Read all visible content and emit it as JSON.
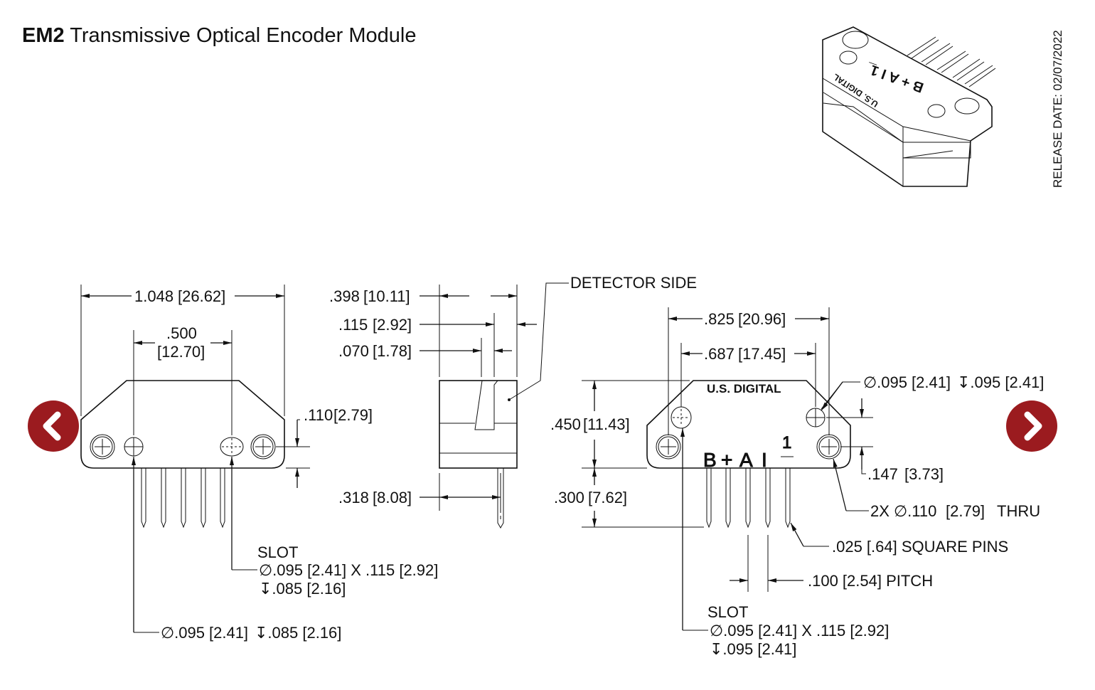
{
  "header": {
    "model": "EM2",
    "title": "Transmissive Optical Encoder Module",
    "release_date": "RELEASE DATE: 02/07/2022"
  },
  "navigation": {
    "prev_icon": "chevron-left-icon",
    "next_icon": "chevron-right-icon",
    "accent_color": "#9b1b1f"
  },
  "iso_view": {
    "brand": "U.S. DIGITAL",
    "pin_labels": "B + A I 1̲"
  },
  "front_view": {
    "overall_width": {
      "in": "1.048",
      "mm": "[26.62]"
    },
    "hole_spacing": {
      "in": ".500",
      "mm": "[12.70]"
    },
    "hole_offset": {
      "in": ".110",
      "mm": "[2.79]"
    },
    "slot_callout": {
      "title": "SLOT",
      "line1": "∅.095 [2.41] X .115 [2.92]",
      "line2": "↧.085 [2.16]"
    },
    "hole_callout": {
      "prefix": "∅.095",
      "mm": "[2.41]",
      "depth": "↧.085 [2.16]"
    }
  },
  "side_view": {
    "overall_depth": {
      "in": ".398",
      "mm": "[10.11]"
    },
    "slot_width": {
      "in": ".115",
      "mm": "[2.92]"
    },
    "wall": {
      "in": ".070",
      "mm": "[1.78]"
    },
    "pin_offset": {
      "in": ".318",
      "mm": "[8.08]"
    },
    "detector_label": "DETECTOR SIDE"
  },
  "rear_view": {
    "mount_spacing": {
      "in": ".825",
      "mm": "[20.96]"
    },
    "locator_spacing": {
      "in": ".687",
      "mm": "[17.45]"
    },
    "height": {
      "in": ".450",
      "mm": "[11.43]"
    },
    "pin_length": {
      "in": ".300",
      "mm": "[7.62]"
    },
    "hole_callout": {
      "prefix": "∅.095",
      "mm": "[2.41]",
      "depth": "↧.095 [2.41]"
    },
    "mount_offset": {
      "in": ".147",
      "mm": "[3.73]"
    },
    "thru_callout": {
      "prefix": "2X ∅.110",
      "mm": "[2.79]",
      "suffix": "THRU"
    },
    "brand": "U.S. DIGITAL",
    "pin_letters": [
      "B",
      "+",
      "A",
      "I",
      "1"
    ],
    "pins_callout": ".025 [.64] SQUARE PINS",
    "pitch_callout": ".100 [2.54] PITCH",
    "slot_callout": {
      "title": "SLOT",
      "line1": "∅.095 [2.41] X .115 [2.92]",
      "line2": "↧.095 [2.41]"
    }
  }
}
